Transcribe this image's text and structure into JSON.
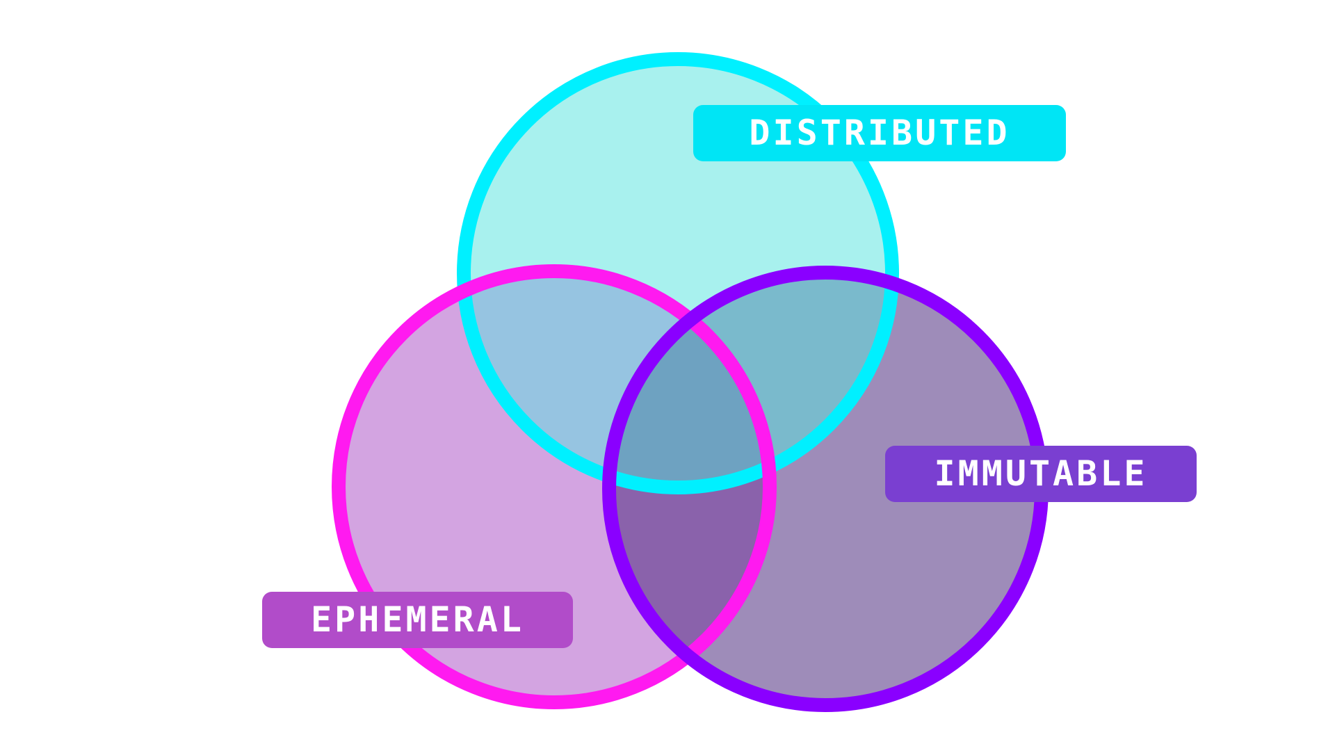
{
  "diagram": {
    "sets": [
      {
        "id": "distributed",
        "label": "DISTRIBUTED",
        "fill": "#A8F1EE",
        "stroke": "#00F0FF",
        "label_bg": "#00E5F5"
      },
      {
        "id": "ephemeral",
        "label": "EPHEMERAL",
        "fill": "#D3A4E1",
        "stroke": "#FF1AF0",
        "label_bg": "#B14CC9"
      },
      {
        "id": "immutable",
        "label": "IMMUTABLE",
        "fill": "#9E8CB9",
        "stroke": "#8A00FF",
        "label_bg": "#7A3FD1"
      }
    ],
    "overlaps": {
      "distributed_ephemeral": "#96C4E1",
      "distributed_immutable": "#7ABACC",
      "ephemeral_immutable": "#8A62AB",
      "all_three": "#6EA2C1"
    }
  }
}
